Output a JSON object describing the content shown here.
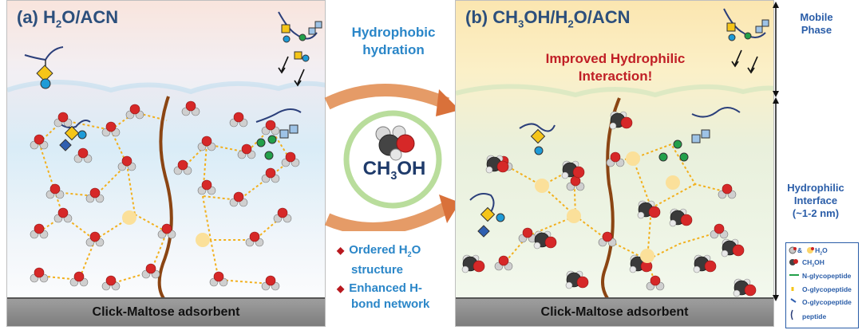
{
  "panel_a": {
    "title_prefix": "(a) H",
    "title_sub": "2",
    "title_suffix": "O/ACN",
    "adsorbent_label": "Click-Maltose adsorbent"
  },
  "panel_b": {
    "title_prefix": "(b) CH",
    "title_sub1": "3",
    "title_mid": "OH/H",
    "title_sub2": "2",
    "title_suffix": "O/ACN",
    "highlight_line1": "Improved Hydrophilic",
    "highlight_line2": "Interaction!",
    "adsorbent_label": "Click-Maltose adsorbent"
  },
  "middle": {
    "line1": "Hydrophobic",
    "line2": "hydration",
    "methanol_prefix": "CH",
    "methanol_sub": "3",
    "methanol_suffix": "OH",
    "bullet1_a": "Ordered H",
    "bullet1_sub": "2",
    "bullet1_b": "O",
    "bullet1_c": "structure",
    "bullet2_a": "Enhanced H-",
    "bullet2_b": "bond network"
  },
  "side": {
    "mobile_line1": "Mobile",
    "mobile_line2": "Phase",
    "interface_line1": "Hydrophilic",
    "interface_line2": "Interface",
    "interface_line3": "(~1-2 nm)"
  },
  "legend": {
    "water_prefix": "&",
    "water_label": "H",
    "water_sub": "2",
    "water_suffix": "O",
    "methanol_label": "CH",
    "methanol_sub": "3",
    "methanol_suffix": "OH",
    "n_glyco": "N-glycopeptide",
    "o_glyco1": "O-glycopeptide",
    "o_glyco2": "O-glycopeptide",
    "peptide": "peptide"
  },
  "colors": {
    "title": "#2c4f7c",
    "accent_blue": "#2a86c8",
    "highlight_red": "#c01f26",
    "hbond": "#f2b01e",
    "strand": "#8b4513"
  }
}
